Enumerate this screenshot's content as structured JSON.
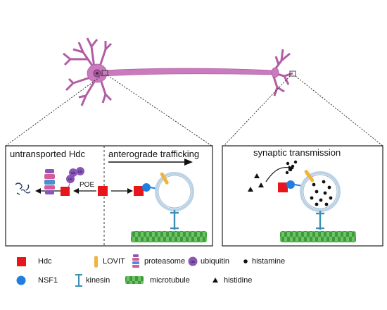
{
  "panels": {
    "left_left_title": "untransported Hdc",
    "left_right_title": "anterograde trafficking",
    "right_title": "synaptic transmission",
    "poe_label": "POE",
    "ub": "Ub"
  },
  "legend": {
    "hdc": "Hdc",
    "lovit": "LOVIT",
    "proteasome": "proteasome",
    "ubiquitin": "ubiquitin",
    "histamine": "histamine",
    "nsf1": "NSF1",
    "kinesin": "kinesin",
    "microtubule": "microtubule",
    "histidine": "histidine"
  },
  "colors": {
    "neuron": "#c97bbd",
    "hdc": "#e8161b",
    "nsf1": "#1f7fe0",
    "lovit": "#f0b43a",
    "vesicle": "#d6e6f2",
    "microtubule": "#5fb85a",
    "kinesin": "#3a8fb5",
    "ubiquitin": "#8a55b8"
  }
}
